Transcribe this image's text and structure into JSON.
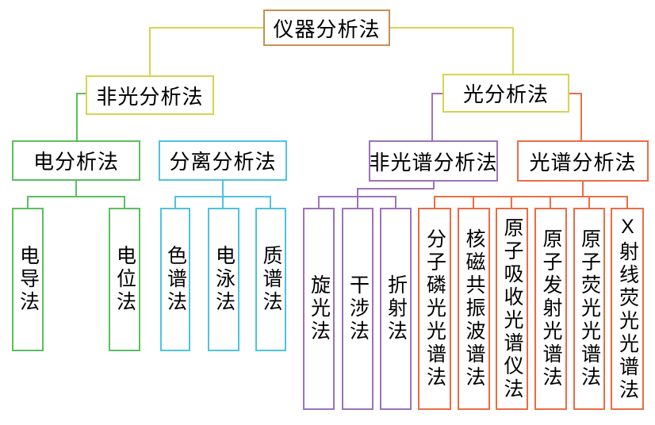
{
  "tree": {
    "root": "仪器分析法",
    "branches": {
      "non_optical": {
        "label": "非光分析法",
        "children": {
          "electro": {
            "label": "电分析法",
            "methods": [
              "电导法",
              "电位法"
            ]
          },
          "separation": {
            "label": "分离分析法",
            "methods": [
              "色谱法",
              "电泳法",
              "质谱法"
            ]
          }
        }
      },
      "optical": {
        "label": "光分析法",
        "children": {
          "non_spectroscopic": {
            "label": "非光谱分析法",
            "methods": [
              "旋光法",
              "干涉法",
              "折射法"
            ]
          },
          "spectroscopic": {
            "label": "光谱分析法",
            "methods": [
              "分子磷光光谱法",
              "核磁共振波谱法",
              "原子吸收光谱仪法",
              "原子发射光谱法",
              "原子荧光光谱法",
              "X射线荧光光谱法"
            ]
          }
        }
      }
    }
  },
  "colors": {
    "root_border": "#C89050",
    "level1_yellow": "#D6D44F",
    "electro_green": "#5CBE60",
    "separation_cyan": "#4FC2E3",
    "non_spectro_purple": "#9C73BA",
    "spectro_orange": "#EC6C45",
    "text": "#000000",
    "background": "#FFFFFF"
  }
}
